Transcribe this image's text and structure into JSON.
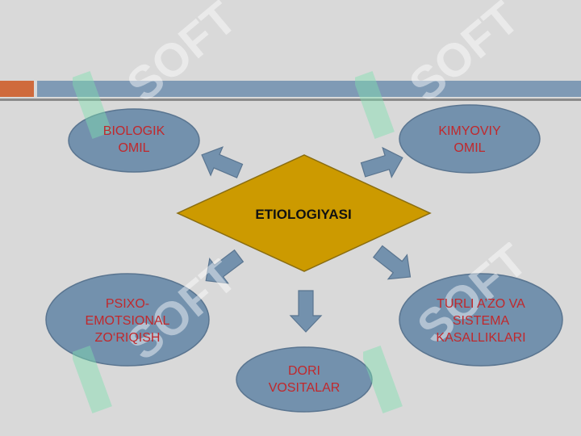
{
  "diagram": {
    "center": "ETIOLOGIYASI",
    "nodes": {
      "biologik": "BIOLOGIK\nOMIL",
      "kimyoviy": "KIMYOVIY\nOMIL",
      "psixo": "PSIXO-\nEMOTSIONAL\nZO‘RIQISH",
      "dori": "DORI\nVOSITALAR",
      "turli": "TURLI A’ZO VA\nSISTEMA\nKASALLIKLARI"
    }
  },
  "watermark": {
    "text": "SOFT"
  },
  "colors": {
    "background": "#d9d9d9",
    "ellipse_fill": "#7391ad",
    "ellipse_stroke": "#5a7590",
    "diamond_fill": "#cc9a00",
    "arrow_fill": "#7391ad",
    "label_text": "#c0282c",
    "header_accent": "#cf6a3c",
    "header_bar": "#7f9ab5"
  }
}
